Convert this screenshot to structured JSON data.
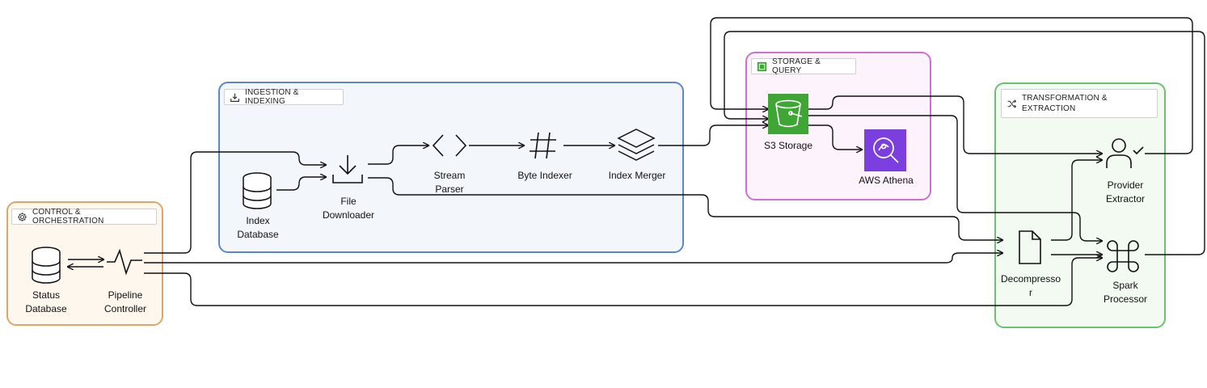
{
  "groups": {
    "control": {
      "label": "CONTROL & ORCHESTRATION",
      "color": "#d9a86a"
    },
    "ingestion": {
      "label": "INGESTION & INDEXING",
      "color": "#5b87c9"
    },
    "storage": {
      "label": "STORAGE & QUERY",
      "color": "#cf6fd6"
    },
    "transformation": {
      "label_line1": "TRANSFORMATION &",
      "label_line2": "EXTRACTION",
      "color": "#6cc072"
    }
  },
  "nodes": {
    "status_database": {
      "label": "Status\nDatabase",
      "icon": "database-icon"
    },
    "pipeline_controller": {
      "label": "Pipeline\nController",
      "icon": "pulse-icon"
    },
    "index_database": {
      "label": "Index\nDatabase",
      "icon": "database-icon"
    },
    "file_downloader": {
      "label": "File\nDownloader",
      "icon": "download-icon"
    },
    "stream_parser": {
      "label": "Stream\nParser",
      "icon": "code-brackets-icon"
    },
    "byte_indexer": {
      "label": "Byte Indexer",
      "icon": "hash-icon"
    },
    "index_merger": {
      "label": "Index Merger",
      "icon": "layers-icon"
    },
    "s3_storage": {
      "label": "S3 Storage",
      "icon": "s3-bucket-icon",
      "color": "#3fa535"
    },
    "aws_athena": {
      "label": "AWS Athena",
      "icon": "athena-icon",
      "color": "#7b3fe0"
    },
    "provider_extractor": {
      "label": "Provider\nExtractor",
      "icon": "user-check-icon"
    },
    "decompressor": {
      "label": "Decompresso\nr",
      "icon": "file-icon"
    },
    "spark_processor": {
      "label": "Spark\nProcessor",
      "icon": "command-icon"
    }
  }
}
